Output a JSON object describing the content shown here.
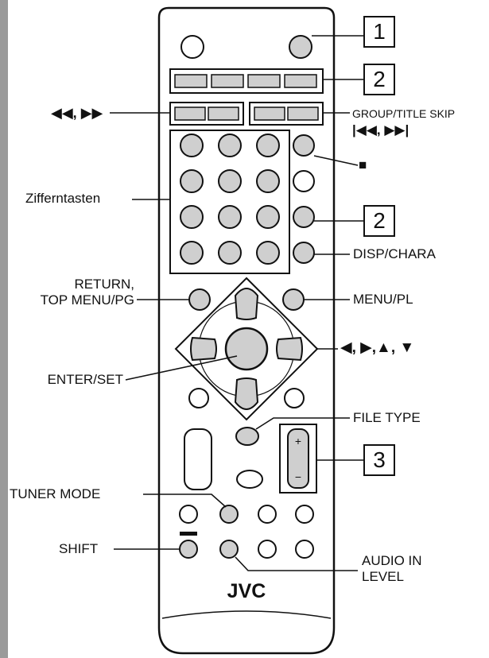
{
  "callouts": {
    "box1": "1",
    "box2_top": "2",
    "box2_mid": "2",
    "box3": "3"
  },
  "labels": {
    "search": "◀◀, ▶▶",
    "group_skip": "GROUP/TITLE SKIP",
    "skip_symbols": "|◀◀, ▶▶|",
    "stop": "■",
    "numeric_keys": "Zifferntasten",
    "disp_chara": "DISP/CHARA",
    "return_line1": "RETURN,",
    "return_line2": "TOP MENU/PG",
    "menu_pl": "MENU/PL",
    "cursor": "◀, ▶,▲, ▼",
    "enter_set": "ENTER/SET",
    "file_type": "FILE TYPE",
    "tuner_mode": "TUNER MODE",
    "shift": "SHIFT",
    "audio_in_line1": "AUDIO IN",
    "audio_in_line2": "LEVEL"
  },
  "remote": {
    "brand": "JVC",
    "volume_plus": "+",
    "volume_minus": "−"
  },
  "colors": {
    "button_fill": "#cfcfcf",
    "remote_body": "#ffffff",
    "outline": "#111111",
    "side_bar": "#9a9a9a"
  }
}
